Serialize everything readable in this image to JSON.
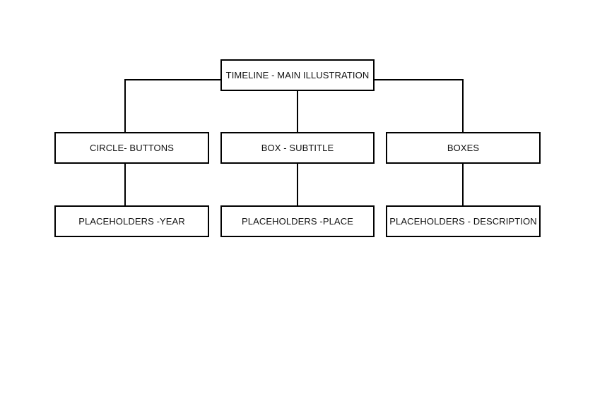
{
  "diagram": {
    "root": {
      "label": "TIMELINE - MAIN ILLUSTRATION"
    },
    "children": [
      {
        "label": "CIRCLE- BUTTONS",
        "child": {
          "label": "PLACEHOLDERS -YEAR"
        }
      },
      {
        "label": "BOX - SUBTITLE",
        "child": {
          "label": "PLACEHOLDERS -PLACE"
        }
      },
      {
        "label": "BOXES",
        "child": {
          "label": "PLACEHOLDERS - DESCRIPTION"
        }
      }
    ]
  },
  "colors": {
    "line": "#000000",
    "box_border": "#000000",
    "background": "#ffffff",
    "text": "#111111"
  }
}
